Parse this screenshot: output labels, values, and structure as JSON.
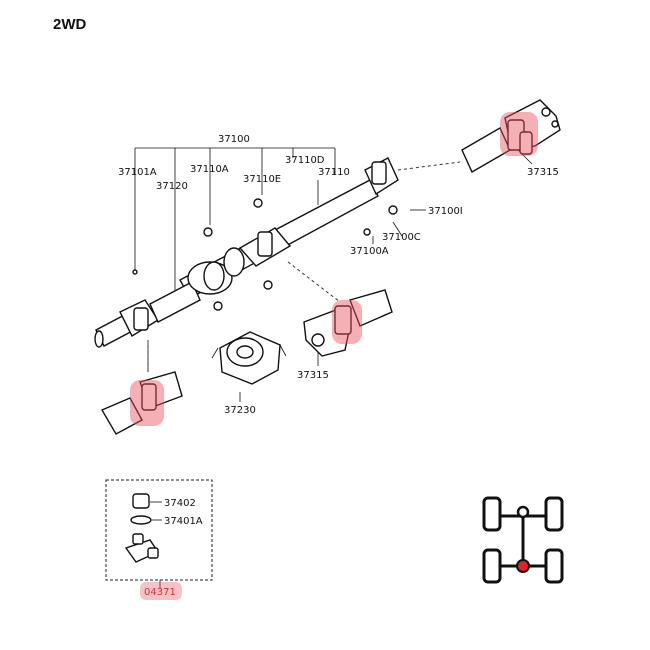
{
  "title": "2WD",
  "parts": {
    "p37100": "37100",
    "p37101A": "37101A",
    "p37110A": "37110A",
    "p37120": "37120",
    "p37110D": "37110D",
    "p37110E": "37110E",
    "p37110": "37110",
    "p37100I": "37100I",
    "p37100C": "37100C",
    "p37100A": "37100A",
    "p37315_top": "37315",
    "p37315_mid": "37315",
    "p37230": "37230",
    "p37402": "37402",
    "p37401A": "37401A",
    "p04371": "04371"
  },
  "colors": {
    "highlight": "#e8505b",
    "drivetrain_wheel": "#111111",
    "drivetrain_active": "#e0202a"
  },
  "icons": {
    "drivetrain": "2wd-rear-drive-icon"
  }
}
